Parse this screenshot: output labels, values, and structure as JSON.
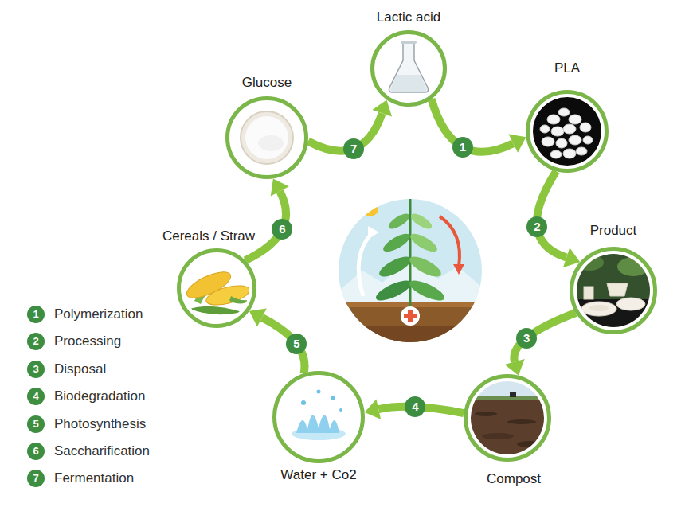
{
  "diagram": {
    "nodes": [
      {
        "text": [
          "Lactic acid"
        ]
      },
      {
        "text": [
          "PLA"
        ]
      },
      {
        "text": [
          "Product"
        ]
      },
      {
        "text": [
          "Compost"
        ]
      },
      {
        "text": [
          "Water + Co2"
        ]
      },
      {
        "text": [
          "Cereals / Straw"
        ]
      },
      {
        "text": [
          "Glucose"
        ]
      }
    ],
    "edges": [
      {
        "from": 0,
        "to": 1,
        "label": "1",
        "arrow": "to"
      },
      {
        "from": 1,
        "to": 2,
        "label": "2",
        "arrow": "to"
      },
      {
        "from": 2,
        "to": 3,
        "label": "3",
        "arrow": "to"
      },
      {
        "from": 3,
        "to": 4,
        "label": "4",
        "arrow": "to"
      },
      {
        "from": 4,
        "to": 5,
        "label": "5",
        "arrow": "to"
      },
      {
        "from": 5,
        "to": 6,
        "label": "6",
        "arrow": "to"
      },
      {
        "from": 6,
        "to": 0,
        "label": "7",
        "arrow": "to"
      }
    ],
    "labels": [
      "1",
      "Polymerization",
      "2",
      "Processing",
      "3",
      "Disposal",
      "4",
      "Biodegradation",
      "5",
      "Photosynthesis",
      "6",
      "Saccharification",
      "7",
      "Fermentation"
    ]
  }
}
